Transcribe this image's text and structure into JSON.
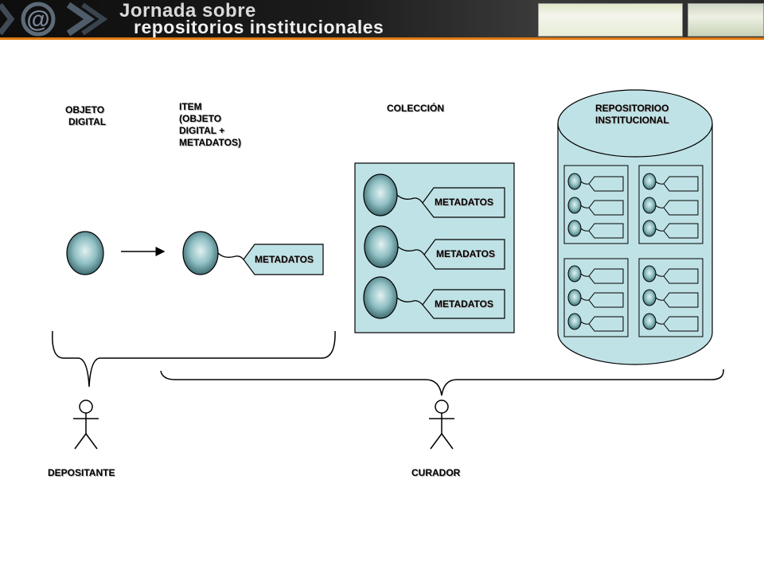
{
  "header": {
    "title_line1": "Jornada sobre",
    "title_line2": "repositorios institucionales",
    "logo_icon": "at-sign-icon"
  },
  "labels": {
    "objeto_digital_1": "OBJETO",
    "objeto_digital_2": "DIGITAL",
    "item_1": "ITEM",
    "item_2": "(OBJETO",
    "item_3": "DIGITAL +",
    "item_4": "METADATOS)",
    "coleccion": "COLECCIÓN",
    "repositorio_1": "REPOSITORIOO",
    "repositorio_2": "INSTITUCIONAL",
    "depositante": "DEPOSITANTE",
    "curador": "CURADOR"
  },
  "metadata_tags": {
    "item_tag": "METADATOS",
    "collection_tags": [
      "METADATOS",
      "METADATOS",
      "METADATOS"
    ]
  },
  "colors": {
    "accent_orange": "#e07a10",
    "fill_light_teal": "#bfe2e6",
    "sphere_teal": "#7fb4b8"
  }
}
